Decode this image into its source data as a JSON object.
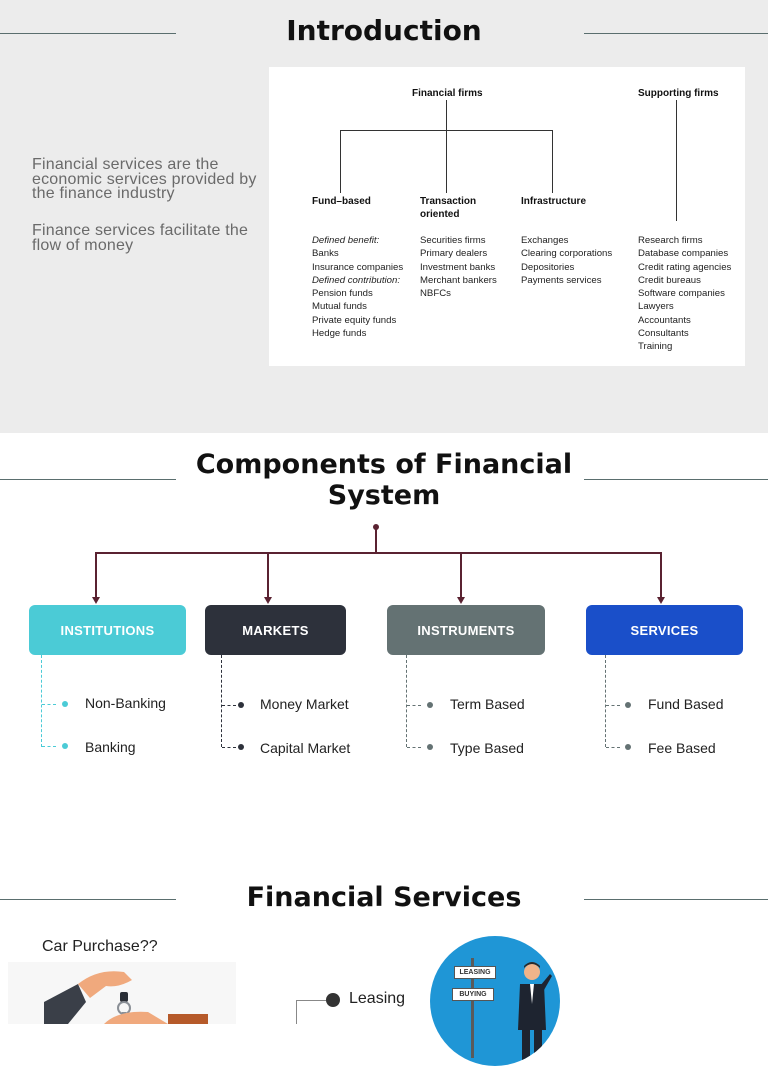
{
  "intro": {
    "title": "Introduction",
    "paragraph1": "Financial services are the economic services provided by the finance industry",
    "paragraph2": "Finance services facilitate the flow of money",
    "diagram": {
      "root_financial": "Financial firms",
      "root_supporting": "Supporting firms",
      "columns": [
        {
          "heading": "Fund–based",
          "items": [
            {
              "text": "Defined benefit:",
              "italic": true
            },
            {
              "text": "Banks"
            },
            {
              "text": "Insurance companies"
            },
            {
              "text": "Defined contribution:",
              "italic": true
            },
            {
              "text": "Pension funds"
            },
            {
              "text": "Mutual funds"
            },
            {
              "text": "Private equity funds"
            },
            {
              "text": "Hedge funds"
            }
          ]
        },
        {
          "heading_line1": "Transaction",
          "heading_line2": "oriented",
          "items": [
            {
              "text": "Securities firms"
            },
            {
              "text": "Primary dealers"
            },
            {
              "text": "Investment banks"
            },
            {
              "text": "Merchant bankers"
            },
            {
              "text": "NBFCs"
            }
          ]
        },
        {
          "heading": "Infrastructure",
          "items": [
            {
              "text": "Exchanges"
            },
            {
              "text": "Clearing corporations"
            },
            {
              "text": "Depositories"
            },
            {
              "text": "Payments services"
            }
          ]
        },
        {
          "heading": "",
          "items": [
            {
              "text": "Research firms"
            },
            {
              "text": "Database companies"
            },
            {
              "text": "Credit rating agencies"
            },
            {
              "text": "Credit bureaus"
            },
            {
              "text": "Software companies"
            },
            {
              "text": "Lawyers"
            },
            {
              "text": "Accountants"
            },
            {
              "text": "Consultants"
            },
            {
              "text": "Training"
            }
          ]
        }
      ]
    }
  },
  "components": {
    "title_line1": "Components of Financial",
    "title_line2": "System",
    "categories": [
      {
        "label": "INSTITUTIONS",
        "color": "#4bcbd6",
        "items": [
          "Non-Banking",
          "Banking"
        ]
      },
      {
        "label": "MARKETS",
        "color": "#2d313b",
        "items": [
          "Money Market",
          "Capital Market"
        ]
      },
      {
        "label": "INSTRUMENTS",
        "color": "#647273",
        "items": [
          "Term Based",
          "Type Based"
        ]
      },
      {
        "label": "SERVICES",
        "color": "#1a4fc9",
        "items": [
          "Fund Based",
          "Fee Based"
        ]
      }
    ]
  },
  "services": {
    "title": "Financial Services",
    "car_purchase": "Car Purchase??",
    "leasing": "Leasing",
    "sign_leasing": "LEASING",
    "sign_buying": "BUYING"
  }
}
